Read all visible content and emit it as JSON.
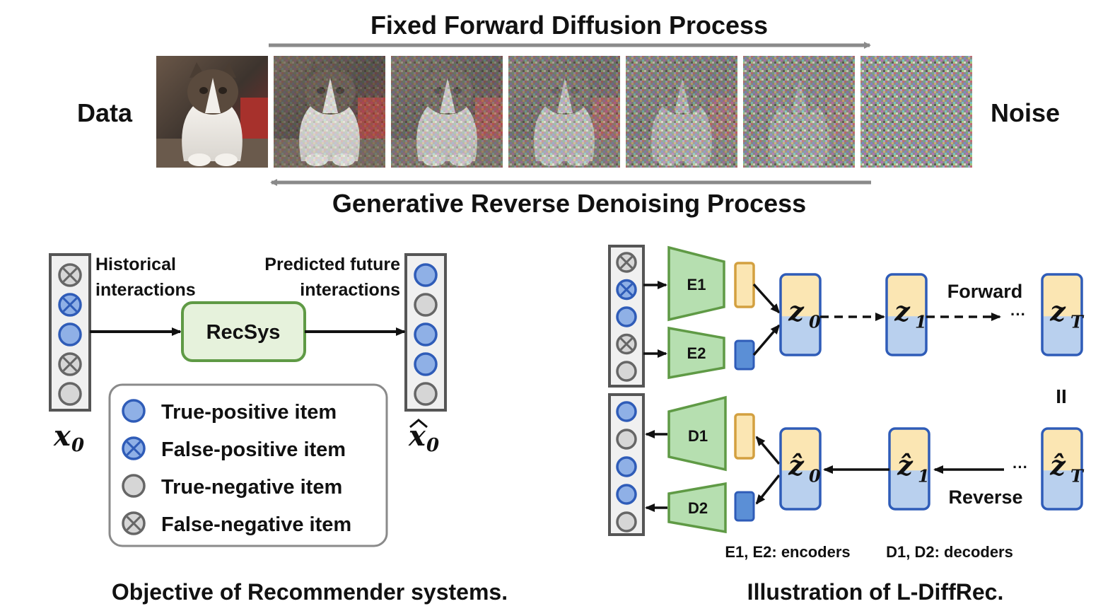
{
  "top": {
    "forward_title": "Fixed Forward Diffusion Process",
    "reverse_title": "Generative Reverse Denoising Process",
    "data_label": "Data",
    "noise_label": "Noise",
    "noise_levels": [
      0,
      0.3,
      0.48,
      0.62,
      0.75,
      0.86,
      1.0
    ]
  },
  "recsys": {
    "historical_label": [
      "Historical",
      "interactions"
    ],
    "predicted_label": [
      "Predicted future",
      "interactions"
    ],
    "box_label": "RecSys",
    "x0_label": "x",
    "x0_sub": "0",
    "xhat_label": "x",
    "xhat_sub": "0",
    "input_items": [
      "false-negative",
      "false-positive",
      "true-positive",
      "false-negative",
      "true-negative"
    ],
    "output_items": [
      "true-positive",
      "true-negative",
      "true-positive",
      "true-positive",
      "true-negative"
    ],
    "legend": [
      {
        "type": "true-positive",
        "label": "True-positive item"
      },
      {
        "type": "false-positive",
        "label": "False-positive item"
      },
      {
        "type": "true-negative",
        "label": "True-negative item"
      },
      {
        "type": "false-negative",
        "label": "False-negative item"
      }
    ],
    "caption": "Objective of Recommender systems."
  },
  "ldiff": {
    "encoders": [
      "E1",
      "E2"
    ],
    "decoders": [
      "D1",
      "D2"
    ],
    "input_items": [
      "false-negative",
      "false-positive",
      "true-positive",
      "false-negative",
      "true-negative"
    ],
    "output_items": [
      "true-positive",
      "true-negative",
      "true-positive",
      "true-positive",
      "true-negative"
    ],
    "z_top": [
      {
        "sym": "z",
        "sub": "0"
      },
      {
        "sym": "z",
        "sub": "1"
      },
      {
        "sym": "z",
        "sub": "T"
      }
    ],
    "z_bottom": [
      {
        "sym": "ẑ",
        "sub": "0"
      },
      {
        "sym": "ẑ",
        "sub": "1"
      },
      {
        "sym": "ẑ",
        "sub": "T"
      }
    ],
    "forward_label": "Forward",
    "reverse_label": "Reverse",
    "ellipsis": "···",
    "equals": "II",
    "encoders_note": "E1, E2: encoders",
    "decoders_note": "D1, D2: decoders",
    "caption": "Illustration of L-DiffRec."
  },
  "colors": {
    "tp_fill": "#8fb0e6",
    "tp_stroke": "#2f5cb8",
    "neg_fill": "#d6d6d6",
    "neg_stroke": "#666666",
    "recsys_fill": "#e6f2dc",
    "recsys_stroke": "#5f9a45",
    "trap_fill": "#b6dfb0",
    "trap_stroke": "#5f9a45",
    "latent_top": "#fbe6b3",
    "latent_bottom": "#b9d0ee",
    "latent_stroke": "#2f5cb8",
    "orange_fill": "#fbe6b3",
    "orange_stroke": "#d3a040",
    "blue_small": "#5b8fd6"
  }
}
